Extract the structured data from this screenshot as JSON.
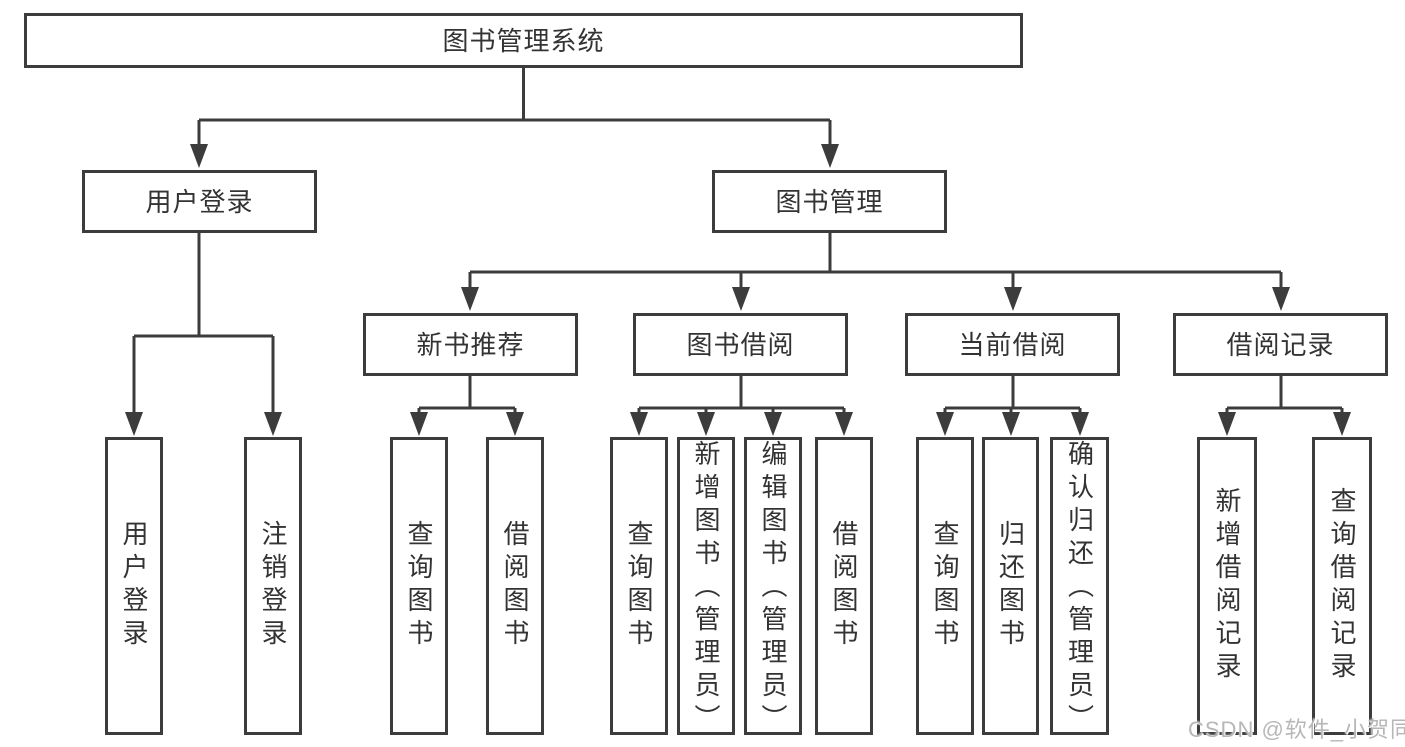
{
  "diagram": {
    "title": "图书管理系统",
    "watermark": "CSDN @软件_小贺同学",
    "colors": {
      "line": "#3c3c3c",
      "text": "#333333",
      "watermark": "#b7b7b7",
      "background": "#ffffff"
    },
    "root": {
      "label": "图书管理系统"
    },
    "level2": [
      {
        "label": "用户登录"
      },
      {
        "label": "图书管理"
      }
    ],
    "level3": [
      {
        "label": "新书推荐",
        "parent": "图书管理"
      },
      {
        "label": "图书借阅",
        "parent": "图书管理"
      },
      {
        "label": "当前借阅",
        "parent": "图书管理"
      },
      {
        "label": "借阅记录",
        "parent": "图书管理"
      }
    ],
    "leaves": [
      {
        "label": "用户登录",
        "parent": "用户登录"
      },
      {
        "label": "注销登录",
        "parent": "用户登录"
      },
      {
        "label": "查询图书",
        "parent": "新书推荐"
      },
      {
        "label": "借阅图书",
        "parent": "新书推荐"
      },
      {
        "label": "查询图书",
        "parent": "图书借阅"
      },
      {
        "label": "新增图书（管理员）",
        "parent": "图书借阅"
      },
      {
        "label": "编辑图书（管理员）",
        "parent": "图书借阅"
      },
      {
        "label": "借阅图书",
        "parent": "图书借阅"
      },
      {
        "label": "查询图书",
        "parent": "当前借阅"
      },
      {
        "label": "归还图书",
        "parent": "当前借阅"
      },
      {
        "label": "确认归还（管理员）",
        "parent": "当前借阅"
      },
      {
        "label": "新增借阅记录",
        "parent": "借阅记录"
      },
      {
        "label": "查询借阅记录",
        "parent": "借阅记录"
      }
    ]
  }
}
